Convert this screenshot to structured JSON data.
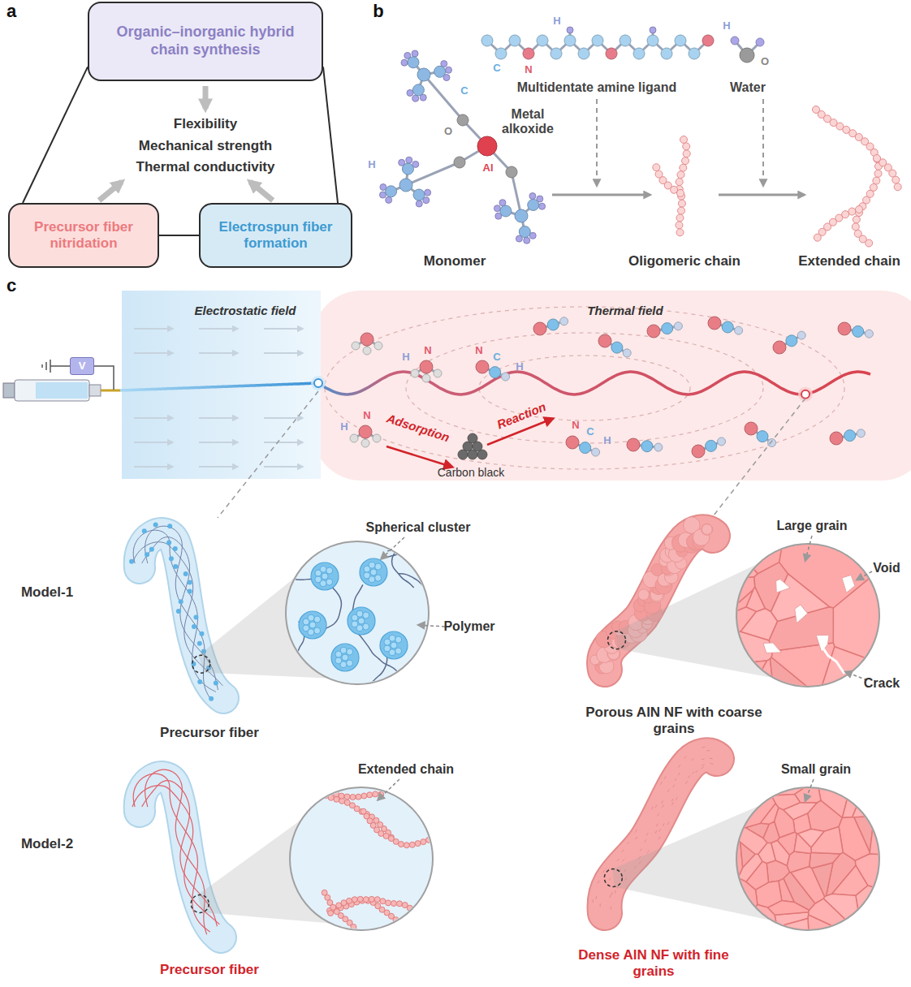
{
  "diagram": {
    "nodes": [
      {
        "text": [
          "Organic–inorganic hybrid chain synthesis"
        ]
      },
      {
        "text": [
          "Precursor fiber nitridation"
        ]
      },
      {
        "text": [
          "Electrospun fiber formation"
        ]
      },
      {
        "text": [
          "V"
        ]
      }
    ],
    "edges": [
      {
        "from": 0,
        "to": 1,
        "arrow": "none"
      },
      {
        "from": 0,
        "to": 2,
        "arrow": "none"
      },
      {
        "from": 1,
        "to": 2,
        "arrow": "none"
      }
    ],
    "labels": [
      "a",
      "Flexibility",
      "Mechanical strength",
      "Thermal conductivity",
      "b",
      "H",
      "C",
      "N",
      "Multidentate amine ligand",
      "H",
      "O",
      "Water",
      "Metal alkoxide",
      "C",
      "H",
      "O",
      "Al",
      "Monomer",
      "Oligomeric chain",
      "Extended chain",
      "c",
      "Electrostatic field",
      "Thermal field",
      "H",
      "N",
      "N",
      "C",
      "H",
      "H",
      "N",
      "Adsorption",
      "Reaction",
      "Carbon black",
      "N",
      "C",
      "H",
      "Model-1",
      "Spherical cluster",
      "Polymer",
      "Precursor fiber",
      "Large grain",
      "Void",
      "Crack",
      "Porous AlN NF with coarse grains",
      "Model-2",
      "Extended chain",
      "Small grain",
      "Precursor fiber",
      "Dense AlN NF with fine grains"
    ]
  }
}
